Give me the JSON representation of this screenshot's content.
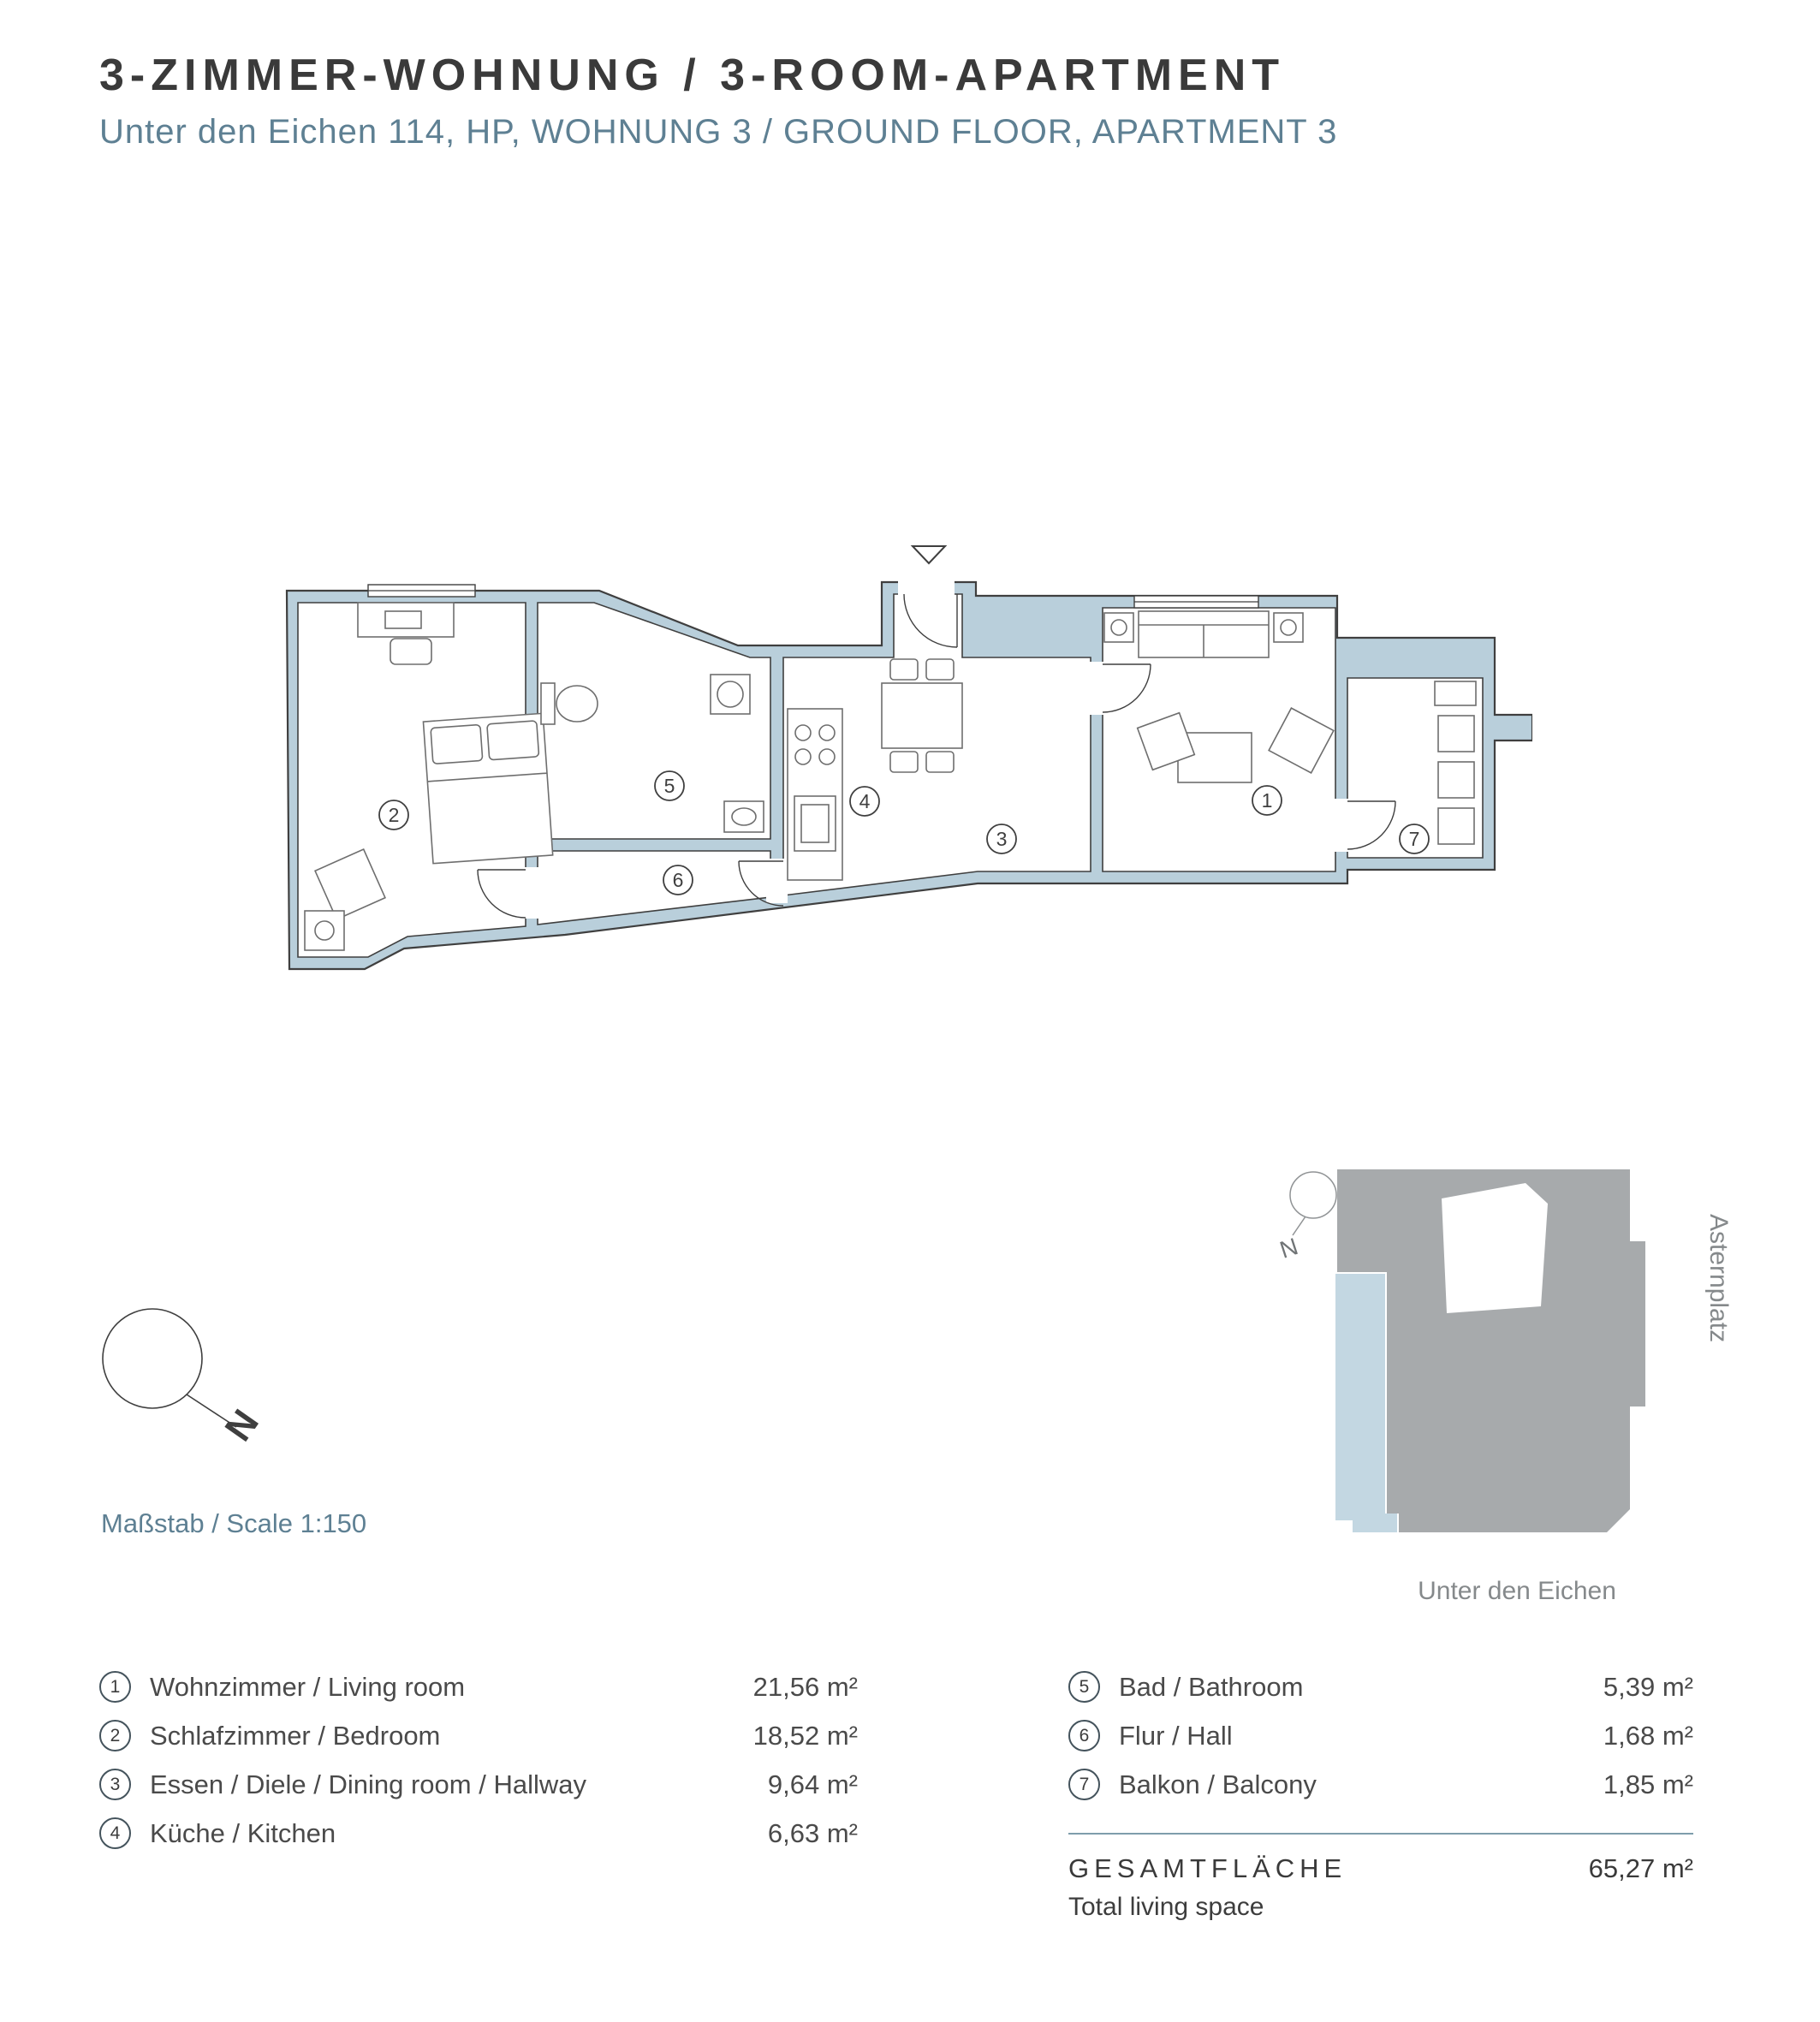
{
  "header": {
    "title": "3-ZIMMER-WOHNUNG / 3-ROOM-APARTMENT",
    "subtitle": "Unter den Eichen 114, HP, WOHNUNG 3 / GROUND FLOOR, APARTMENT 3"
  },
  "compass": {
    "label": "N"
  },
  "scale_label": "Maßstab / Scale 1:150",
  "site_map": {
    "compass_label": "N",
    "street_side": "Asternplatz",
    "street_bottom": "Unter den Eichen"
  },
  "legend": {
    "left": [
      {
        "num": "1",
        "label": "Wohnzimmer / Living room",
        "area": "21,56 m²"
      },
      {
        "num": "2",
        "label": "Schlafzimmer / Bedroom",
        "area": "18,52 m²"
      },
      {
        "num": "3",
        "label": "Essen / Diele / Dining room / Hallway",
        "area": "9,64 m²"
      },
      {
        "num": "4",
        "label": "Küche / Kitchen",
        "area": "6,63 m²"
      }
    ],
    "right": [
      {
        "num": "5",
        "label": "Bad / Bathroom",
        "area": "5,39 m²"
      },
      {
        "num": "6",
        "label": "Flur / Hall",
        "area": "1,68 m²"
      },
      {
        "num": "7",
        "label": "Balkon / Balcony",
        "area": "1,85 m²"
      }
    ],
    "total": {
      "label": "GESAMTFLÄCHE",
      "sublabel": "Total living space",
      "value": "65,27 m²"
    }
  },
  "colors": {
    "wall_fill": "#b9cfdb",
    "outline": "#3f3f3f",
    "accent_text": "#5e8093",
    "map_gray": "#a7aaac",
    "map_highlight": "#c3d7e2"
  }
}
